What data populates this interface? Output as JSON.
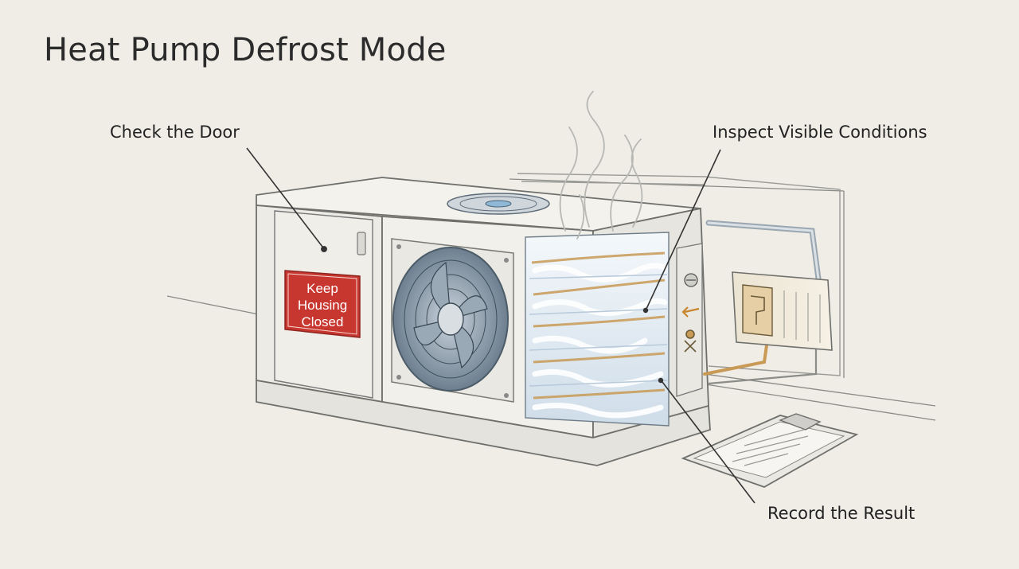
{
  "title": "Heat Pump Defrost Mode",
  "callouts": {
    "door": "Check the Door",
    "inspect": "Inspect Visible Conditions",
    "record": "Record the Result"
  },
  "sign": {
    "line1": "Keep",
    "line2": "Housing",
    "line3": "Closed"
  },
  "colors": {
    "background": "#efede6",
    "sign_red": "#c8372f",
    "copper": "#c89a55",
    "frost": "#e6eef6"
  }
}
